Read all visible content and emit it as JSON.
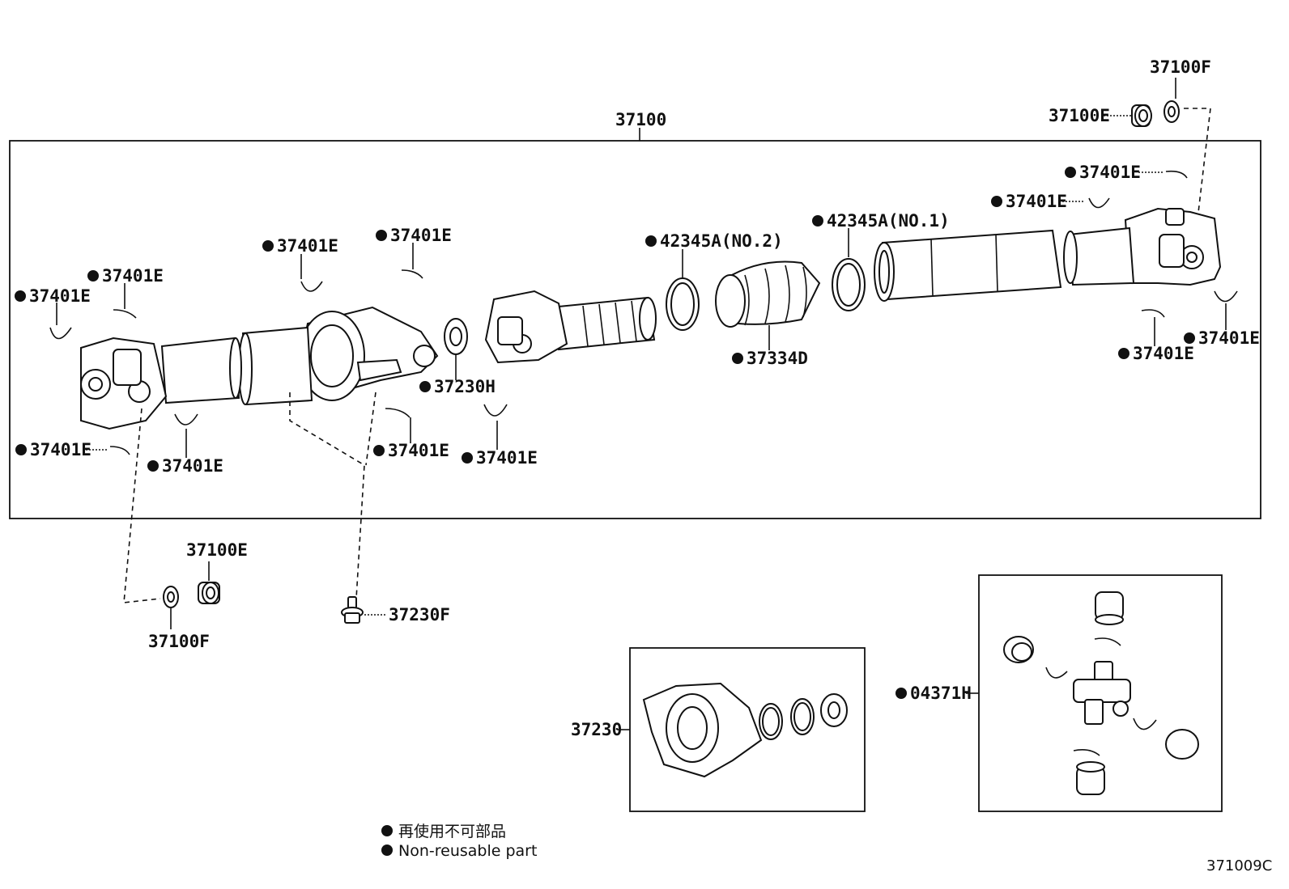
{
  "main_assembly": {
    "part_no": "37100"
  },
  "labels": {
    "top_right_37100F": "37100F",
    "top_right_37100E": "37100E",
    "snap_ring_right_1": "37401E",
    "snap_ring_right_2": "37401E",
    "clamp_no1": "42345A(NO.1)",
    "clamp_no2": "42345A(NO.2)",
    "boot": "37334D",
    "snap_ring_right_3": "37401E",
    "snap_ring_right_4": "37401E",
    "snap_ring_mid_top_1": "37401E",
    "snap_ring_mid_top_2": "37401E",
    "snap_ring_left_1": "37401E",
    "snap_ring_left_2": "37401E",
    "snap_ring_left_3": "37401E",
    "snap_ring_left_4": "37401E",
    "snap_ring_mid_bottom_1": "37401E",
    "snap_ring_mid_bottom_2": "37401E",
    "bearing_37230H": "37230H",
    "bottom_37100E": "37100E",
    "bottom_37100F": "37100F",
    "bolt_37230F": "37230F",
    "center_bearing_kit": "37230",
    "spider_kit": "04371H"
  },
  "legend": {
    "line_japanese": "再使用不可部品",
    "line_english": "Non-reusable part"
  },
  "figure_code": "371009C"
}
